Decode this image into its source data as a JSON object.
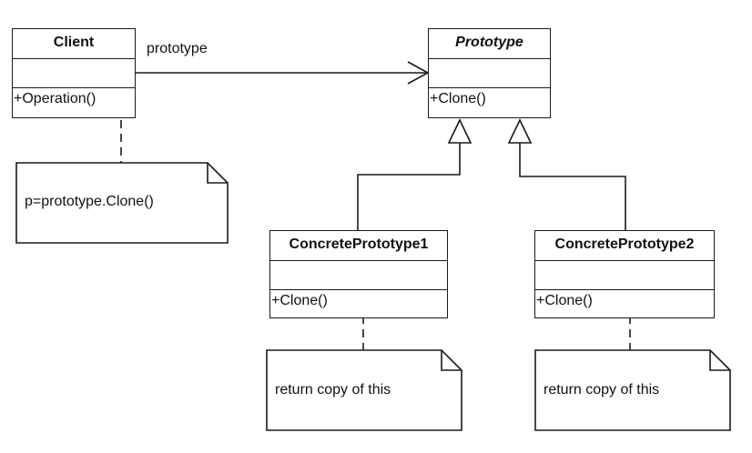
{
  "classes": {
    "client": {
      "name": "Client",
      "operation": "+Operation()"
    },
    "prototype": {
      "name": "Prototype",
      "operation": "+Clone()"
    },
    "concrete1": {
      "name": "ConcretePrototype1",
      "operation": "+Clone()"
    },
    "concrete2": {
      "name": "ConcretePrototype2",
      "operation": "+Clone()"
    }
  },
  "associations": {
    "client_to_prototype": "prototype"
  },
  "notes": {
    "client_note": "p=prototype.Clone()",
    "concrete1_note": "return copy of this",
    "concrete2_note": "return copy of this"
  },
  "colors": {
    "line": "#1a1a1a",
    "background": "#ffffff"
  }
}
